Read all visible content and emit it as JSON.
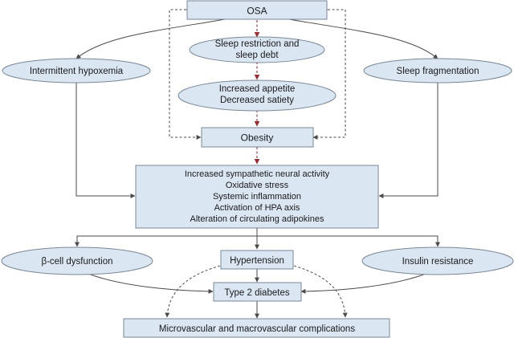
{
  "nodes": {
    "osa": "OSA",
    "sleep_restriction": [
      "Sleep restriction and",
      "sleep debt"
    ],
    "increased_appetite": [
      "Increased appetite",
      "Decreased satiety"
    ],
    "obesity": "Obesity",
    "intermittent_hypoxemia": "Intermittent hypoxemia",
    "sleep_fragmentation": "Sleep fragmentation",
    "mechanisms": [
      "Increased sympathetic neural activity",
      "Oxidative stress",
      "Systemic inflammation",
      "Activation of HPA axis",
      "Alteration of circulating adipokines"
    ],
    "beta_cell": "β-cell dysfunction",
    "hypertension": "Hypertension",
    "insulin_resistance": "Insulin resistance",
    "type2_diabetes": "Type 2 diabetes",
    "complications": "Microvascular and macrovascular complications"
  },
  "colors": {
    "node_fill": "#dbe6f3",
    "node_stroke": "#7a8794",
    "arrow": "#4a4a4a",
    "dashed_red_arrow": "#9b2a35"
  }
}
